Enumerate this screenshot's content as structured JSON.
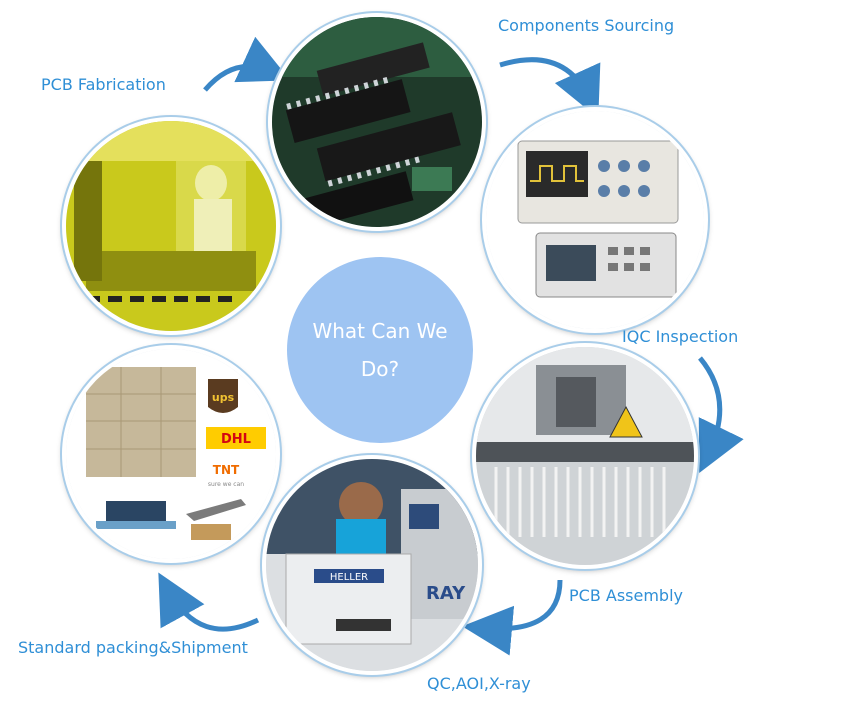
{
  "center": {
    "line1": "What Can We",
    "line2": "Do?"
  },
  "steps": [
    {
      "id": "components",
      "label": "Components Sourcing"
    },
    {
      "id": "iqc",
      "label": "IQC Inspection"
    },
    {
      "id": "assembly",
      "label": "PCB Assembly"
    },
    {
      "id": "qc",
      "label": "QC,AOI,X-ray"
    },
    {
      "id": "shipping",
      "label": "Standard packing&Shipment"
    },
    {
      "id": "fabrication",
      "label": "PCB Fabrication"
    }
  ],
  "logos": {
    "ups": "ups",
    "dhl": "DHL",
    "tnt": "TNT",
    "tnt_tagline": "sure we can",
    "heller": "HELLER",
    "xray": "RAY"
  },
  "colors": {
    "label": "#2f8fd6",
    "arrow": "#3a86c6",
    "center": "#9ec4f2",
    "ring": "#a9cde9"
  }
}
